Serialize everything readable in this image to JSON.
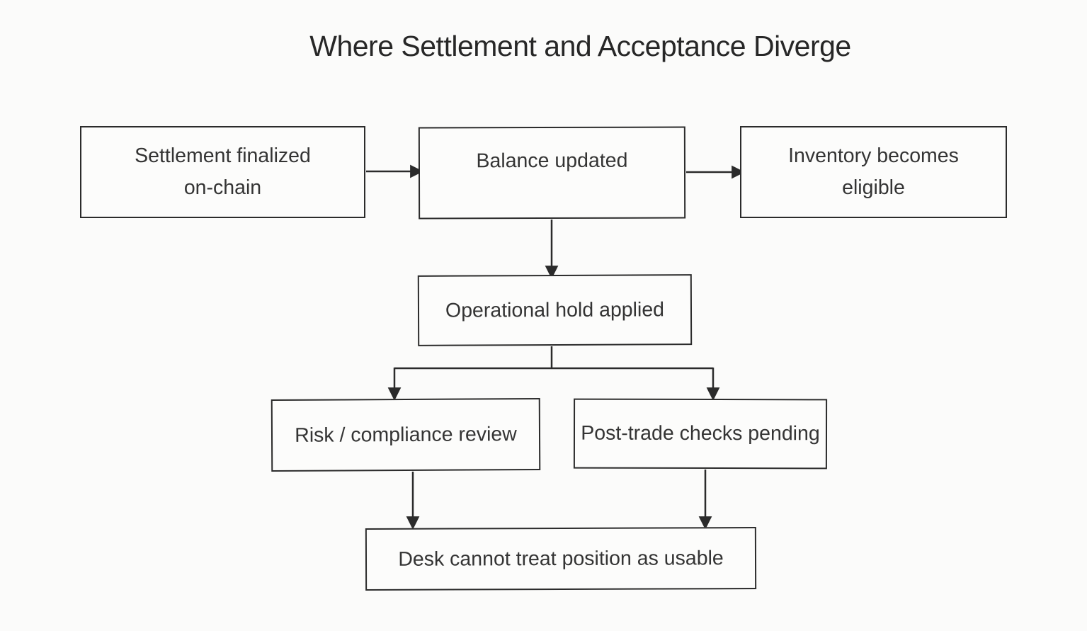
{
  "title": "Where Settlement and Acceptance Diverge",
  "diagram": {
    "type": "flowchart",
    "nodes": {
      "settlement": {
        "label": "Settlement finalized\non-chain"
      },
      "balance": {
        "label": "Balance updated"
      },
      "inventory": {
        "label": "Inventory becomes\neligible"
      },
      "hold": {
        "label": "Operational hold applied"
      },
      "risk": {
        "label": "Risk / compliance review"
      },
      "posttrade": {
        "label": "Post-trade checks pending"
      },
      "desk": {
        "label": "Desk cannot treat position as usable"
      }
    },
    "edges": [
      {
        "from": "settlement",
        "to": "balance"
      },
      {
        "from": "balance",
        "to": "inventory"
      },
      {
        "from": "balance",
        "to": "hold"
      },
      {
        "from": "hold",
        "to": "risk"
      },
      {
        "from": "hold",
        "to": "posttrade"
      },
      {
        "from": "risk",
        "to": "desk"
      },
      {
        "from": "posttrade",
        "to": "desk"
      }
    ],
    "colors": {
      "background": "#fbfbfa",
      "box_fill": "#fcfcfb",
      "line": "#2b2b2b",
      "text": "#343434",
      "title_text": "#272727"
    }
  }
}
